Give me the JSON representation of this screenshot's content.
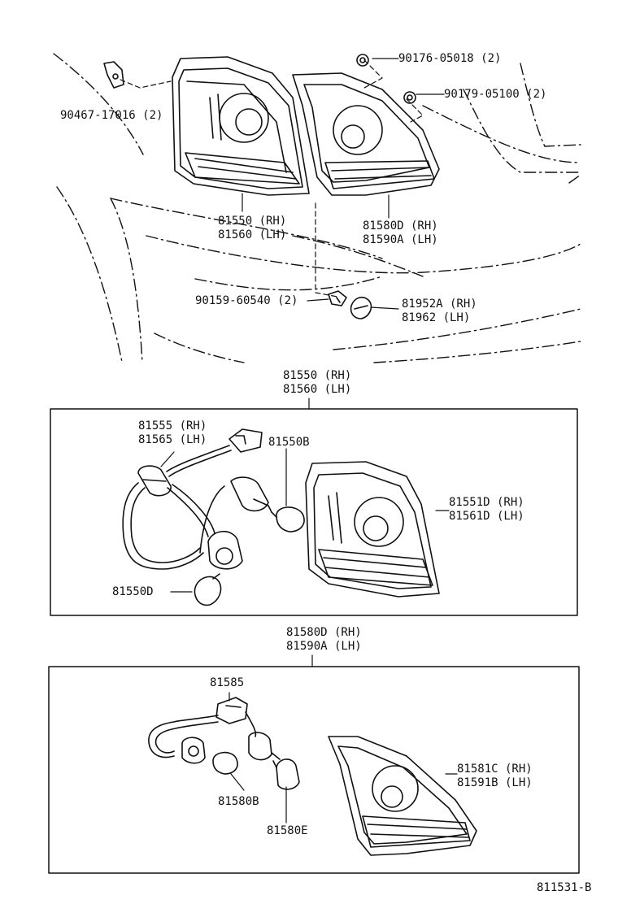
{
  "colors": {
    "ink": "#111111",
    "background": "#ffffff"
  },
  "labels": {
    "p90467": "90467-17016 (2)",
    "p90176": "90176-05018 (2)",
    "p90179": "90179-05100 (2)",
    "p81550_rh": "81550 (RH)",
    "p81560_lh": "81560 (LH)",
    "p81580d_rh": "81580D (RH)",
    "p81590a_lh": "81590A (LH)",
    "p90159": "90159-60540 (2)",
    "p81952a_rh": "81952A (RH)",
    "p81962_lh": "81962  (LH)"
  },
  "box1": {
    "title_rh": "81550 (RH)",
    "title_lh": "81560 (LH)",
    "p81555_rh": "81555 (RH)",
    "p81565_lh": "81565 (LH)",
    "p81550b": "81550B",
    "p81551d_rh": "81551D (RH)",
    "p81561d_lh": "81561D (LH)",
    "p81550d": "81550D"
  },
  "box2": {
    "title_rh": "81580D (RH)",
    "title_lh": "81590A (LH)",
    "p81585": "81585",
    "p81581c_rh": "81581C (RH)",
    "p81591b_lh": "81591B (LH)",
    "p81580b": "81580B",
    "p81580e": "81580E"
  },
  "footer": {
    "diagram_code": "811531-B"
  }
}
